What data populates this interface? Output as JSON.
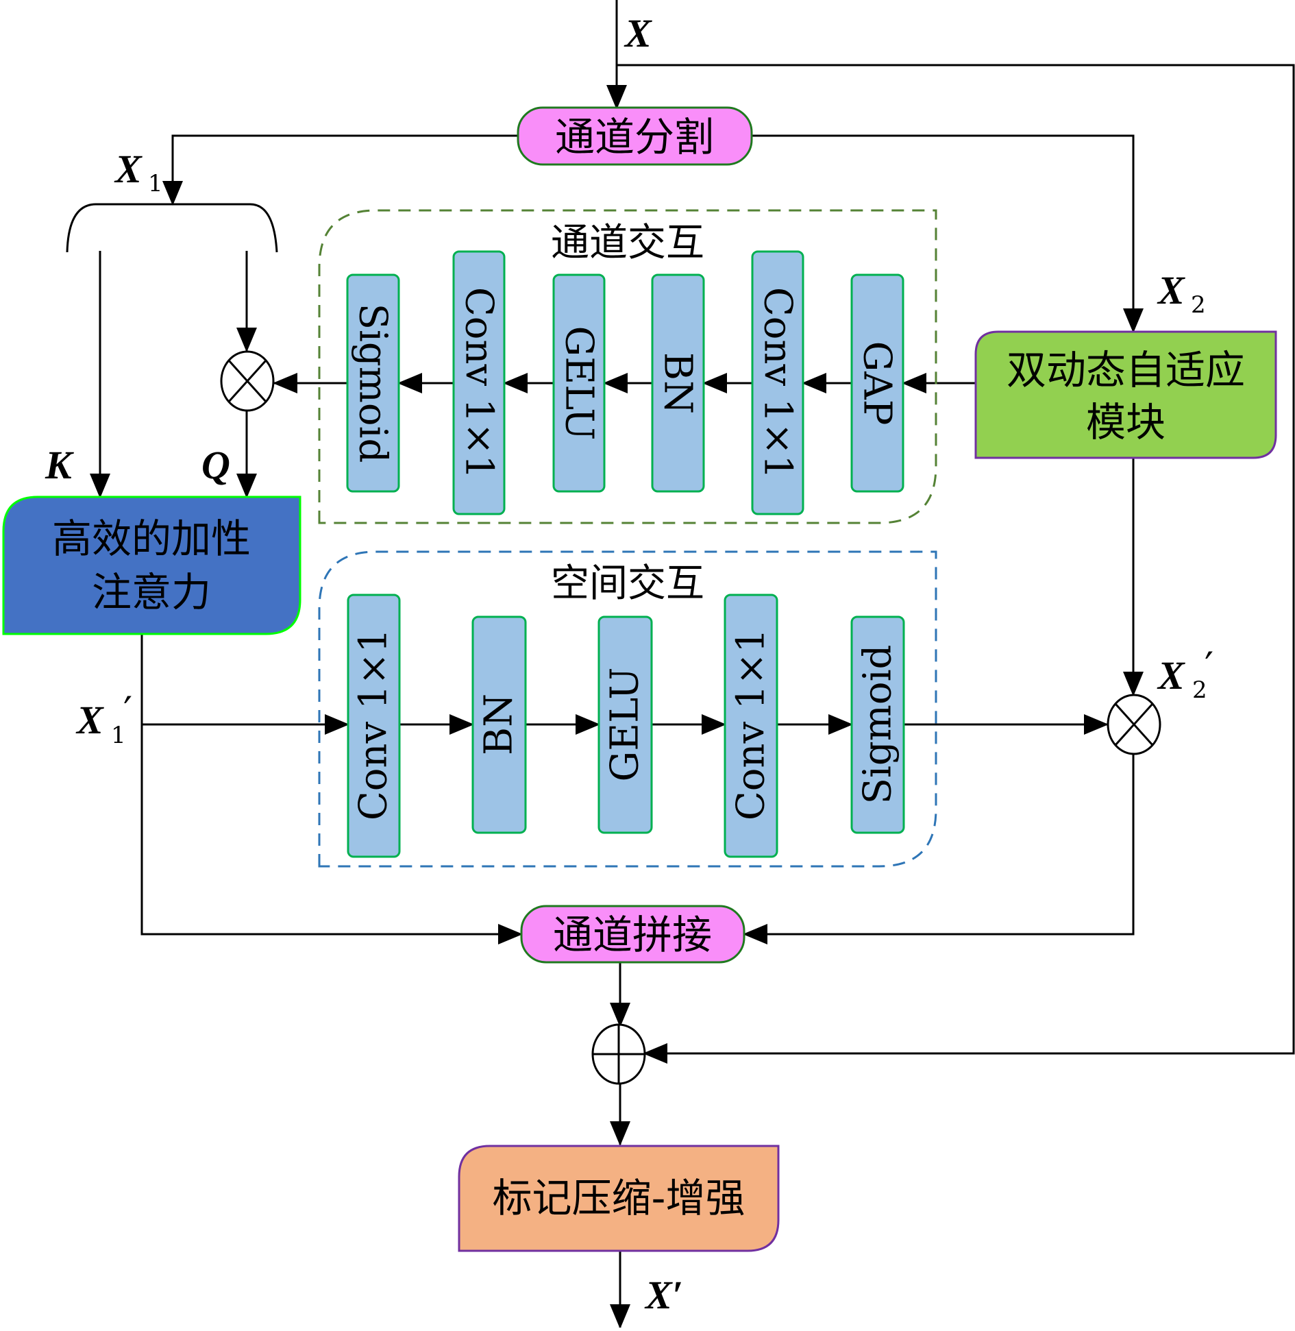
{
  "variables": {
    "x_in": "X",
    "x1": "X",
    "x1_sub": "1",
    "x2": "X",
    "x2_sub": "2",
    "k": "K",
    "q": "Q",
    "x1_prime": "X",
    "x1_prime_sub": "1",
    "x1_prime_mark": "′",
    "x2_prime": "X",
    "x2_prime_sub": "2",
    "x2_prime_mark": "′",
    "x_out": "X′"
  },
  "nodes": {
    "channel_split": "通道分割",
    "dual_dynamic_line1": "双动态自适应",
    "dual_dynamic_line2": "模块",
    "additive_attention_line1": "高效的加性",
    "additive_attention_line2": "注意力",
    "channel_concat": "通道拼接",
    "token_compress": "标记压缩-增强"
  },
  "channel_interaction": {
    "title": "通道交互",
    "blocks": [
      "GAP",
      "Conv 1×1",
      "BN",
      "GELU",
      "Conv 1×1",
      "Sigmoid"
    ]
  },
  "spatial_interaction": {
    "title": "空间交互",
    "blocks": [
      "Conv 1×1",
      "BN",
      "GELU",
      "Conv 1×1",
      "Sigmoid"
    ]
  },
  "operators": {
    "multiply": "⊗",
    "add": "⊕"
  },
  "colors": {
    "pink": "#f98ef9",
    "green_box": "#92d050",
    "blue_box": "#4472c4",
    "orange_box": "#f4b183",
    "block_fill": "#9dc3e6",
    "block_border": "#00b050",
    "channel_dash": "#548235",
    "spatial_dash": "#2e75b6",
    "purple_border": "#7030a0",
    "bright_green_border": "#00ff00"
  }
}
